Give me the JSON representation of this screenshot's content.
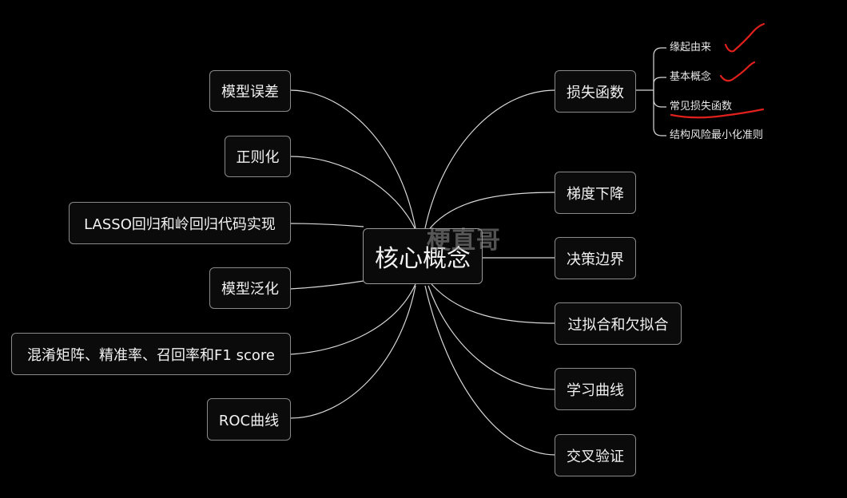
{
  "center": "核心概念",
  "left_nodes": [
    "模型误差",
    "正则化",
    "LASSO回归和岭回归代码实现",
    "模型泛化",
    "混淆矩阵、精准率、召回率和F1 score",
    "ROC曲线"
  ],
  "right_nodes": [
    "损失函数",
    "梯度下降",
    "决策边界",
    "过拟合和欠拟合",
    "学习曲线",
    "交叉验证"
  ],
  "loss_children": [
    "缘起由来",
    "基本概念",
    "常见损失函数",
    "结构风险最小化准则"
  ],
  "watermark": "梗直哥",
  "colors": {
    "background": "#000000",
    "node_border": "#8a8a8a",
    "connector": "#d8d8d8",
    "annotation": "#e0201c"
  }
}
